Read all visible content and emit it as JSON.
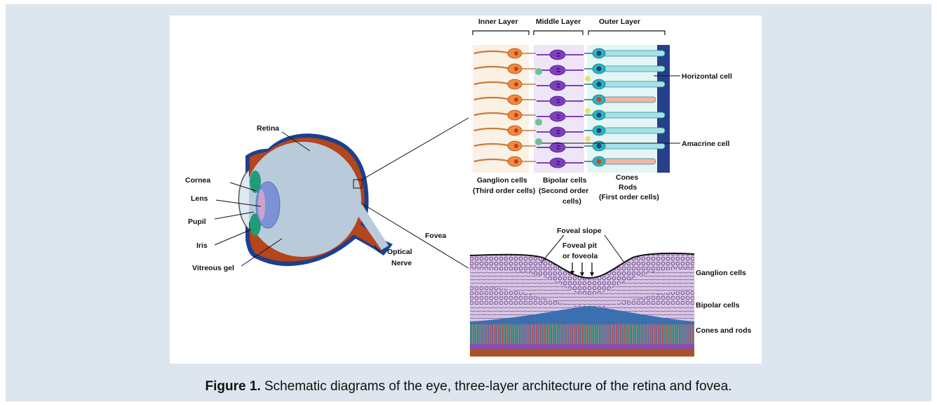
{
  "caption": {
    "label": "Figure 1.",
    "text": " Schematic diagrams of the eye, three-layer architecture of the retina and fovea."
  },
  "eye_labels": {
    "retina": "Retina",
    "cornea": "Cornea",
    "lens": "Lens",
    "pupil": "Pupil",
    "iris": "Iris",
    "vitreous": "Vitreous gel",
    "optical_nerve_1": "Optical",
    "optical_nerve_2": "Nerve",
    "fovea": "Fovea"
  },
  "retina_layers": {
    "inner": "Inner Layer",
    "middle": "Middle Layer",
    "outer": "Outer Layer",
    "horizontal": "Horizontal cell",
    "amacrine": "Amacrine cell",
    "ganglion_1": "Ganglion cells",
    "ganglion_2": "(Third order cells)",
    "bipolar_1": "Bipolar cells",
    "bipolar_2": "(Second order",
    "bipolar_3": "cells)",
    "cones": "Cones",
    "rods": "Rods",
    "first_order": "(First order cells)"
  },
  "fovea_labels": {
    "slope": "Foveal slope",
    "pit_1": "Foveal pit",
    "pit_2": "or foveola",
    "ganglion": "Ganglion cells",
    "bipolar": "Bipolar cells",
    "cones_rods": "Cones and rods"
  },
  "colors": {
    "background": "#dde5ee",
    "vitreous": "#b9cbdb",
    "choroid": "#b5451b",
    "sclera": "#1c3f8f",
    "ganglion_cell": "#f08a3c",
    "bipolar_cell": "#7e3fbf",
    "cone_rod": "#2bb5b9"
  }
}
